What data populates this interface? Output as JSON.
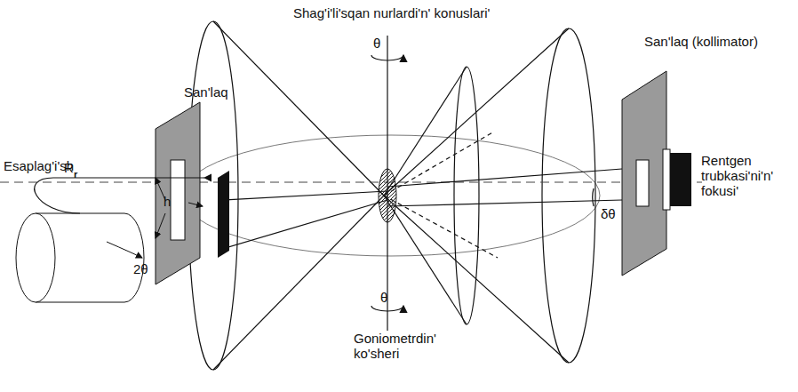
{
  "diagram": {
    "labels": [
      "Shag'i'li'sqan nurlardi'n' konuslari'",
      "θ",
      "San'laq (kollimator)",
      "Rentgen trubkasi'ni'n' fokusi'",
      "δθ",
      "θ",
      "Goniometrdin' ko'sheri",
      "R",
      "r",
      "San'laq",
      "h",
      "Esaplag'i'sh",
      "2θ"
    ]
  }
}
